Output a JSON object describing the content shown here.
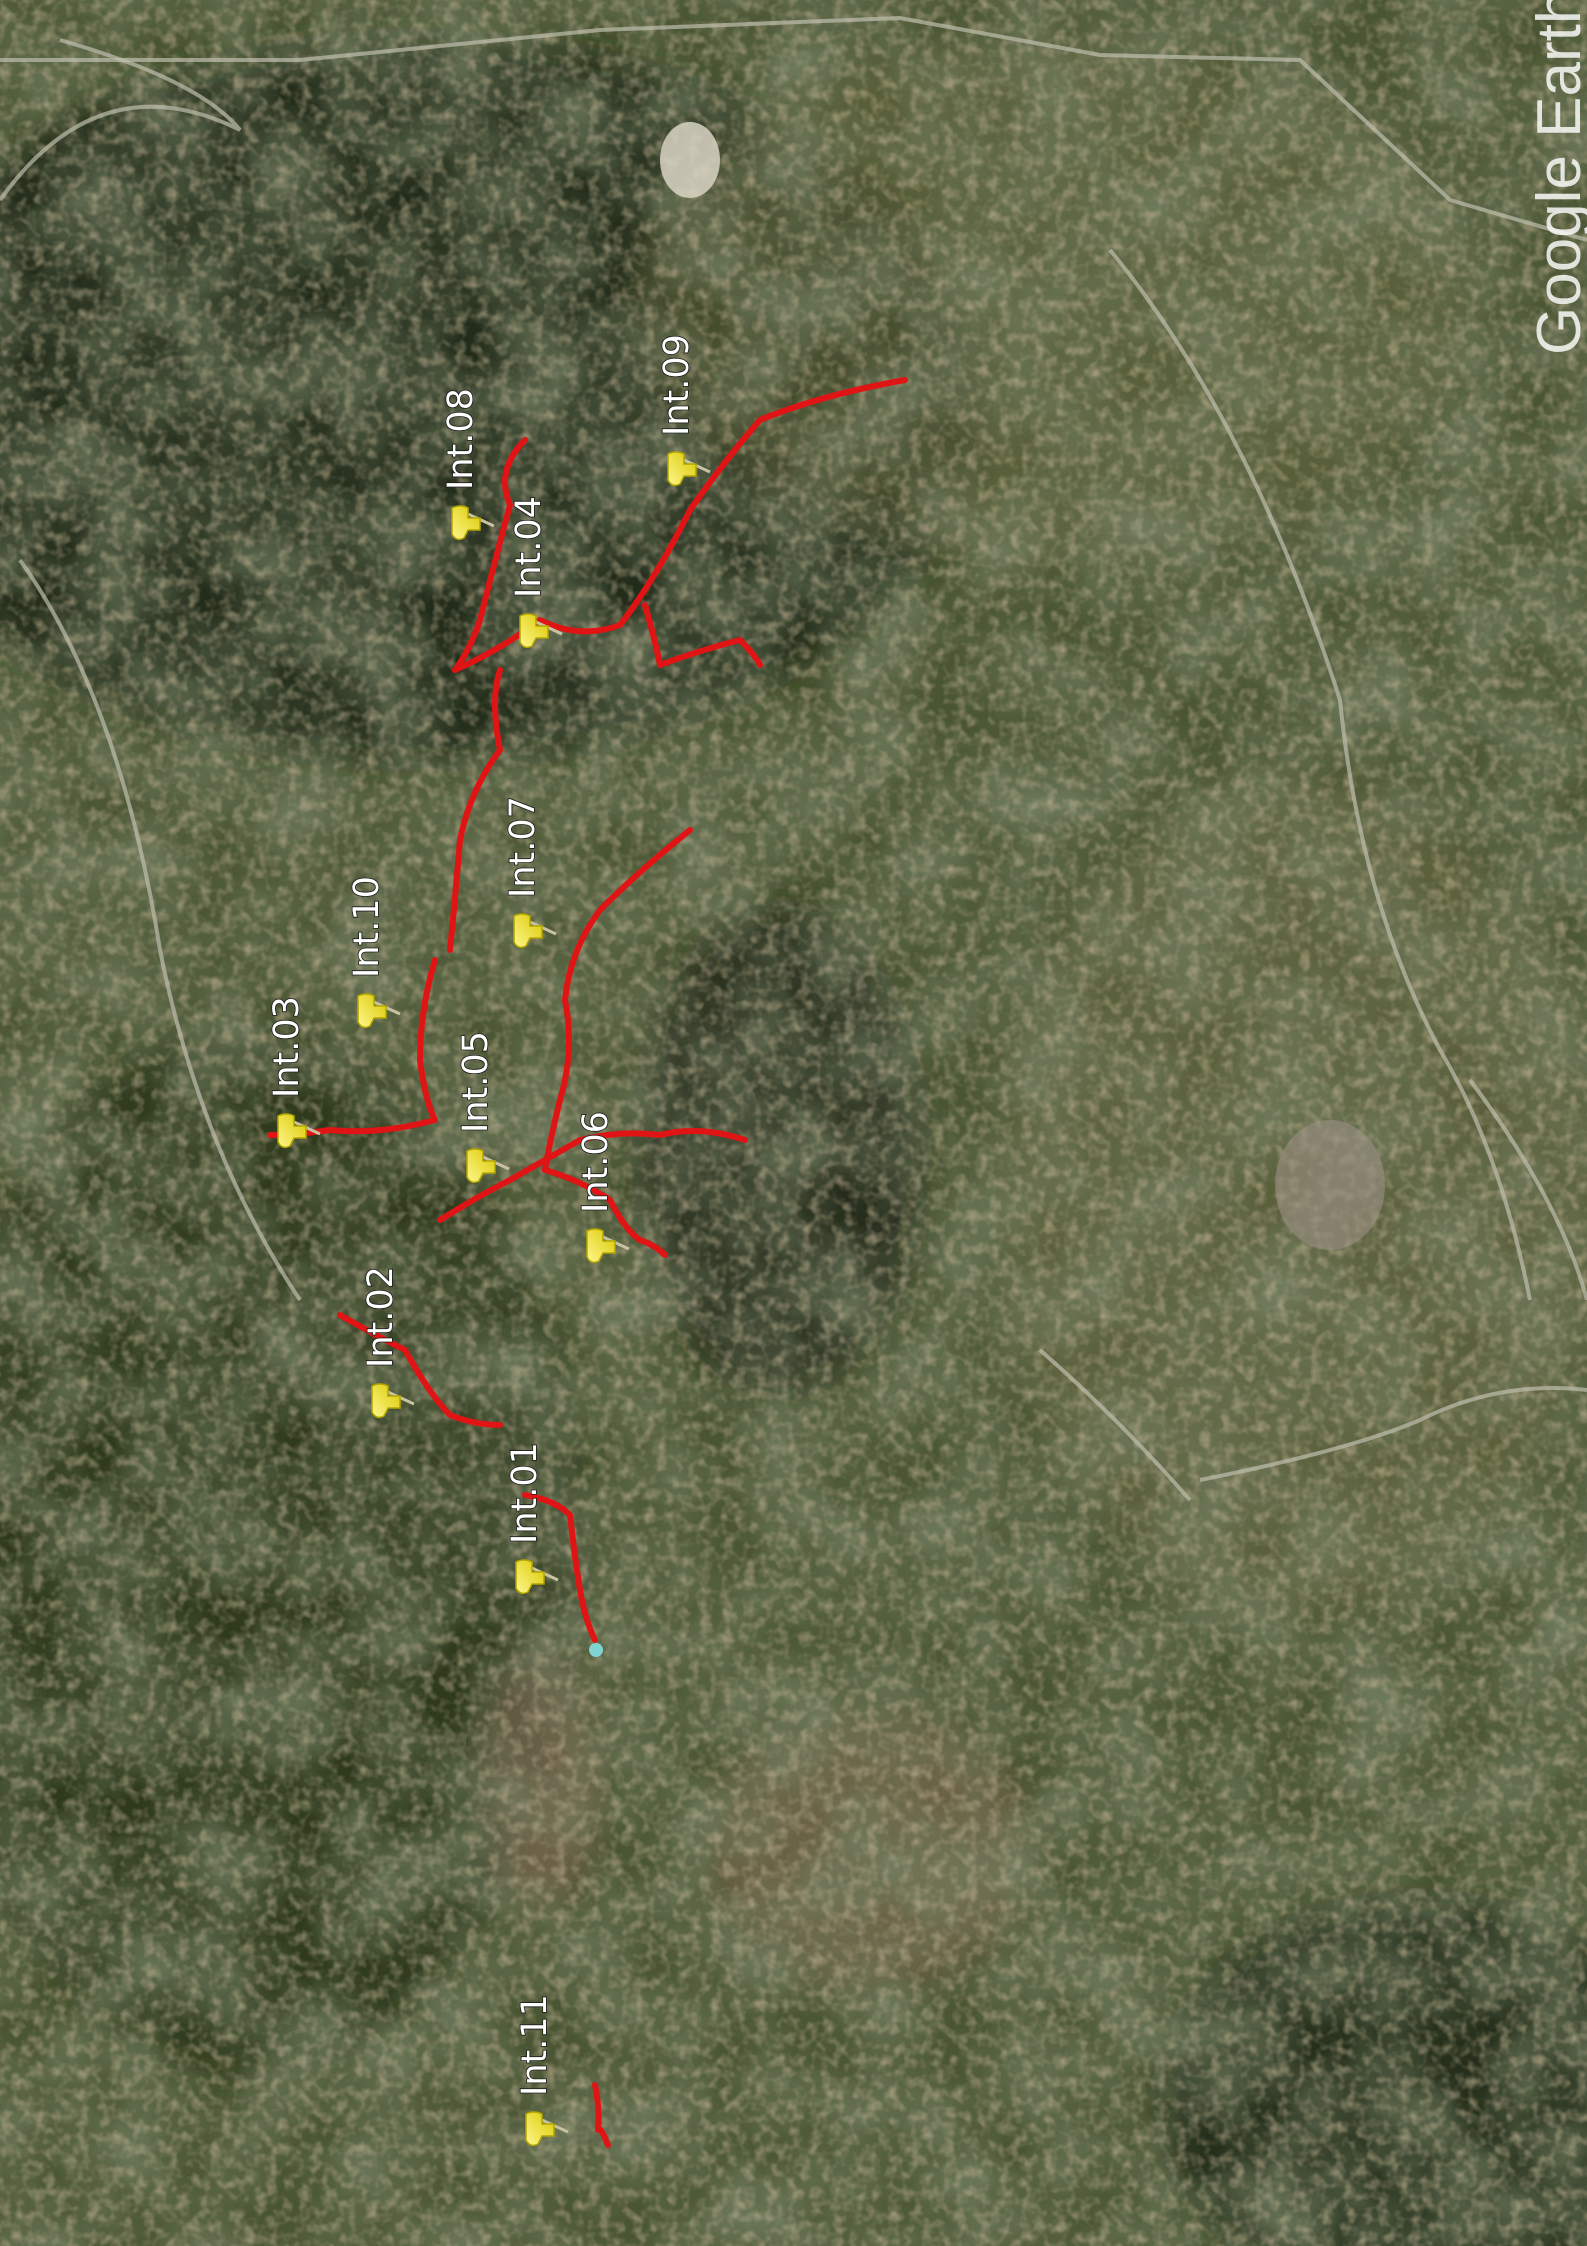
{
  "map": {
    "imagery": "satellite",
    "attribution": "Google Earth",
    "route_color": "#e01414",
    "pin_color": "#f2e800",
    "pin_icon": "yellow-pushpin-icon",
    "placemarks": [
      {
        "id": "int-08",
        "label": "Int.08"
      },
      {
        "id": "int-09",
        "label": "Int.09"
      },
      {
        "id": "int-04",
        "label": "Int.04"
      },
      {
        "id": "int-07",
        "label": "Int.07"
      },
      {
        "id": "int-10",
        "label": "Int.10"
      },
      {
        "id": "int-03",
        "label": "Int.03"
      },
      {
        "id": "int-05",
        "label": "Int.05"
      },
      {
        "id": "int-06",
        "label": "Int.06"
      },
      {
        "id": "int-02",
        "label": "Int.02"
      },
      {
        "id": "int-01",
        "label": "Int.01"
      },
      {
        "id": "int-11",
        "label": "Int.11"
      }
    ]
  }
}
